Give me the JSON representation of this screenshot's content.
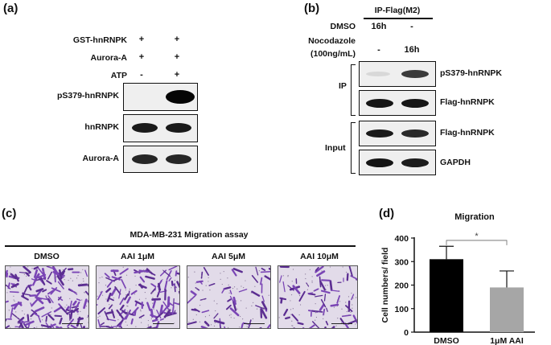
{
  "panel_a": {
    "label": "(a)",
    "conditions": [
      {
        "name": "GST-hnRNPK",
        "signs": [
          "+",
          "+"
        ]
      },
      {
        "name": "Aurora-A",
        "signs": [
          "+",
          "+"
        ]
      },
      {
        "name": "ATP",
        "signs": [
          "-",
          "+"
        ]
      }
    ],
    "blots": [
      "pS379-hnRNPK",
      "hnRNPK",
      "Aurora-A"
    ]
  },
  "panel_b": {
    "label": "(b)",
    "header": "IP-Flag(M2)",
    "dmso_label": "DMSO",
    "dmso_values": [
      "16h",
      "-"
    ],
    "noco_label_1": "Nocodazole",
    "noco_label_2": "(100ng/mL)",
    "noco_values": [
      "-",
      "16h"
    ],
    "group_ip": "IP",
    "group_input": "Input",
    "blots": [
      "pS379-hnRNPK",
      "Flag-hnRNPK",
      "Flag-hnRNPK",
      "GAPDH"
    ]
  },
  "panel_c": {
    "label": "(c)",
    "title": "MDA-MB-231 Migration assay",
    "conditions": [
      "DMSO",
      "AAI 1μM",
      "AAI 5μM",
      "AAI 10μM"
    ]
  },
  "panel_d": {
    "label": "(d)"
  },
  "chart_data": {
    "type": "bar",
    "title": "Migration",
    "xlabel": "",
    "ylabel": "Cell numbers/ field",
    "categories": [
      "DMSO",
      "1μM AAI"
    ],
    "values": [
      310,
      190
    ],
    "errors": [
      55,
      70
    ],
    "colors": [
      "#000000",
      "#a6a6a6"
    ],
    "ylim": [
      0,
      400
    ],
    "yticks": [
      0,
      100,
      200,
      300,
      400
    ],
    "significance": "*"
  }
}
